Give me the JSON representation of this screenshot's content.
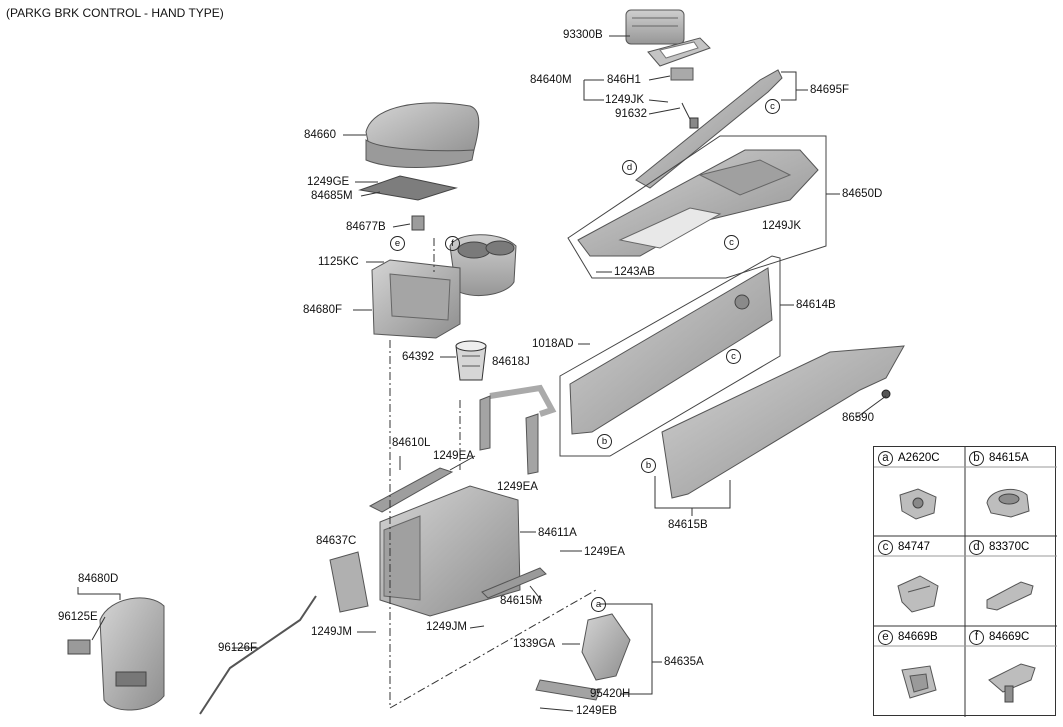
{
  "title": "(PARKG BRK CONTROL - HAND TYPE)",
  "callouts": {
    "p93300B": "93300B",
    "p84640M": "84640M",
    "p846H1": "846H1",
    "p1249JK_top": "1249JK",
    "p91632": "91632",
    "p84695F": "84695F",
    "p84660": "84660",
    "p1249GE": "1249GE",
    "p84685M": "84685M",
    "p84677B": "84677B",
    "p1125KC": "1125KC",
    "p84680F": "84680F",
    "p84650D": "84650D",
    "p1249JK_mid": "1249JK",
    "p1243AB": "1243AB",
    "p84614B": "84614B",
    "p1018AD": "1018AD",
    "p64392": "64392",
    "p84618J": "84618J",
    "p86590": "86590",
    "p84610L": "84610L",
    "p1249EA_a": "1249EA",
    "p1249EA_b": "1249EA",
    "p84637C": "84637C",
    "p84611A": "84611A",
    "p1249EA_c": "1249EA",
    "p84615M": "84615M",
    "p84615B": "84615B",
    "p84680D": "84680D",
    "p96125E": "96125E",
    "p96126F": "96126F",
    "p1249JM_a": "1249JM",
    "p1249JM_b": "1249JM",
    "p1339GA": "1339GA",
    "p84635A": "84635A",
    "p95420H": "95420H",
    "p1249EB": "1249EB"
  },
  "markers": {
    "c1": "c",
    "d1": "d",
    "c2": "c",
    "e1": "e",
    "f1": "f",
    "c3": "c",
    "b1": "b",
    "b2": "b",
    "a1": "a"
  },
  "legend": [
    {
      "key": "a",
      "part": "A2620C"
    },
    {
      "key": "b",
      "part": "84615A"
    },
    {
      "key": "c",
      "part": "84747"
    },
    {
      "key": "d",
      "part": "83370C"
    },
    {
      "key": "e",
      "part": "84669B"
    },
    {
      "key": "f",
      "part": "84669C"
    }
  ],
  "colors": {
    "part_fill": "#b9b9b9",
    "part_dark": "#8d8d8d",
    "line": "#333333"
  }
}
